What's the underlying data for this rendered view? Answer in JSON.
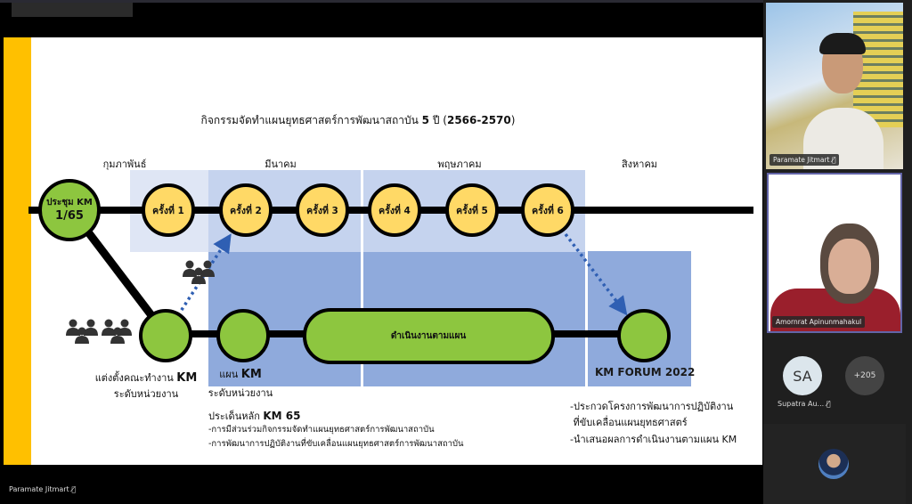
{
  "slide": {
    "title_prefix": "กิจกรรมจัดทำแผนยุทธศาสตร์การพัฒนาสถาบัน",
    "title_bold1": "5",
    "title_mid": "ปี (",
    "title_bold2": "2566-2570",
    "title_suffix": ")",
    "months": [
      "กุมภาพันธ์",
      "มีนาคม",
      "พฤษภาคม",
      "สิงหาคม"
    ],
    "meeting_km": {
      "line1": "ประชุม KM",
      "line2": "1/65"
    },
    "sessions": [
      "ครั้งที่ 1",
      "ครั้งที่ 2",
      "ครั้งที่ 3",
      "ครั้งที่ 4",
      "ครั้งที่ 5",
      "ครั้งที่ 6"
    ],
    "pill_label": "ดำเนินงานตามแผน",
    "committee": {
      "line1_prefix": "แต่งตั้งคณะทำงาน",
      "line1_bold": "KM",
      "line2": "ระดับหน่วยงาน"
    },
    "plan": {
      "line1_prefix": "แผน",
      "line1_bold": "KM",
      "line2": "ระดับหน่วยงาน"
    },
    "forum_label": "KM FORUM 2022",
    "key_issues": {
      "heading_prefix": "ประเด็นหลัก",
      "heading_bold": "KM 65",
      "items": [
        "-การมีส่วนร่วมกิจกรรมจัดทำแผนยุทธศาสตร์การพัฒนาสถาบัน",
        "-การพัฒนาการปฏิบัติงานที่ขับเคลื่อนแผนยุทธศาสตร์การพัฒนาสถาบัน"
      ]
    },
    "forum_items": [
      "-ประกวดโครงการพัฒนาการปฏิบัติงาน",
      " ที่ขับเคลื่อนแผนยุทธศาสตร์",
      "-นำเสนอผลการดำเนินงานตามแผน KM"
    ],
    "colors": {
      "accent_bar": "#ffc000",
      "green": "#8dc63f",
      "yellow": "#ffd966",
      "box_light": "#dfe6f5",
      "box_mid": "#c5d3ee",
      "box_dark": "#8faadc"
    }
  },
  "presenter_name": "Paramate Jitmart",
  "participants": [
    {
      "name": "Paramate Jitmart",
      "muted": true
    },
    {
      "name": "Amornrat Apinunmahakul",
      "muted": false
    },
    {
      "name": "Supatra Au...",
      "initials": "SA",
      "muted": true
    }
  ],
  "more_participants": "+205"
}
